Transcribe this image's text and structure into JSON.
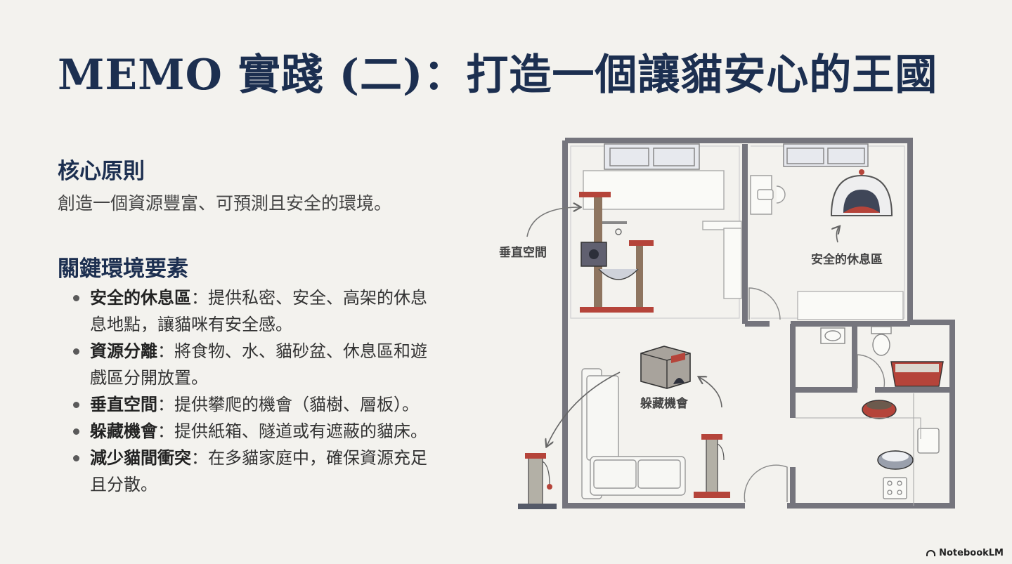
{
  "title": "MEMO 實踐 (二)：打造一個讓貓安心的王國",
  "core": {
    "heading": "核心原則",
    "text": "創造一個資源豐富、可預測且安全的環境。"
  },
  "elements": {
    "heading": "關鍵環境要素",
    "items": [
      {
        "term": "安全的休息區",
        "desc": "：提供私密、安全、高架的休息",
        "desc2": "息地點，讓貓咪有安全感。"
      },
      {
        "term": "資源分離",
        "desc": "：將食物、水、貓砂盆、休息區和遊",
        "desc2": "戲區分開放置。"
      },
      {
        "term": "垂直空間",
        "desc": "：提供攀爬的機會（貓樹、層板）。",
        "desc2": ""
      },
      {
        "term": "躲藏機會",
        "desc": "：提供紙箱、隧道或有遮蔽的貓床。",
        "desc2": ""
      },
      {
        "term": "減少貓間衝突",
        "desc": "：在多貓家庭中，確保資源充足",
        "desc2": "且分散。"
      }
    ]
  },
  "floorplan": {
    "labels": {
      "vertical": "垂直空間",
      "rest": "安全的休息區",
      "hide": "躲藏機會"
    }
  },
  "watermark": "NotebookLM",
  "colors": {
    "title": "#1c2f50",
    "accent": "#b5443a",
    "wall": "#75757d",
    "background": "#f3f2ee"
  }
}
